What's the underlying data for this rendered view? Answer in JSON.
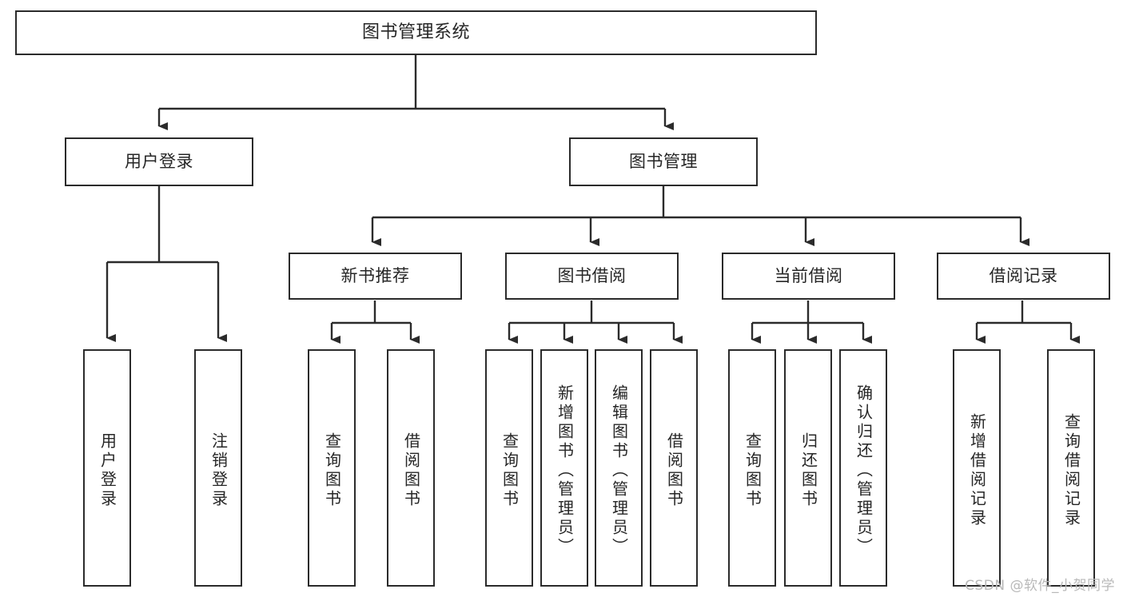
{
  "diagram": {
    "title": "图书管理系统",
    "type": "tree",
    "root": {
      "label": "图书管理系统"
    },
    "level2": [
      {
        "label": "用户登录"
      },
      {
        "label": "图书管理"
      }
    ],
    "level3": [
      {
        "label": "新书推荐"
      },
      {
        "label": "图书借阅"
      },
      {
        "label": "当前借阅"
      },
      {
        "label": "借阅记录"
      }
    ],
    "leaves": {
      "user_login": [
        {
          "label": "用户登录"
        },
        {
          "label": "注销登录"
        }
      ],
      "new_book_recommend": [
        {
          "label": "查询图书"
        },
        {
          "label": "借阅图书"
        }
      ],
      "book_borrow": [
        {
          "label": "查询图书"
        },
        {
          "label": "新增图书（管理员）"
        },
        {
          "label": "编辑图书（管理员）"
        },
        {
          "label": "借阅图书"
        }
      ],
      "current_borrow": [
        {
          "label": "查询图书"
        },
        {
          "label": "归还图书"
        },
        {
          "label": "确认归还（管理员）"
        }
      ],
      "borrow_record": [
        {
          "label": "新增借阅记录"
        },
        {
          "label": "查询借阅记录"
        }
      ]
    }
  },
  "watermark": {
    "text": "CSDN @软件_小贺同学"
  },
  "colors": {
    "box_border": "#2b2b2b",
    "box_fill": "#ffffff",
    "edge": "#2b2b2b",
    "text": "#262626",
    "watermark": "#b9b9b9",
    "background": "#ffffff"
  }
}
